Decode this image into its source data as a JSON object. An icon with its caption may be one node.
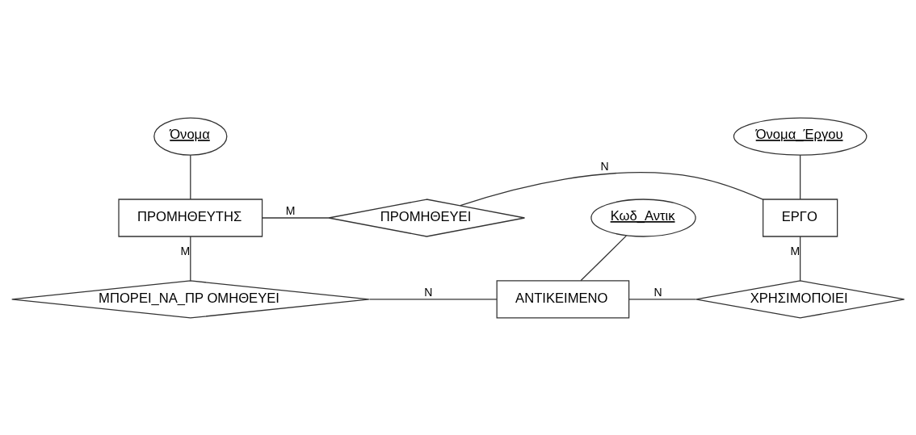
{
  "diagram": {
    "nodes": [
      {
        "text": [
          "Όνομα"
        ]
      },
      {
        "text": [
          "Όνομα_Έργου"
        ]
      },
      {
        "text": [
          "ΠΡΟΜΗΘΕΥΤΗΣ"
        ]
      },
      {
        "text": [
          "ΠΡΟΜΗΘΕΥΕΙ"
        ]
      },
      {
        "text": [
          "ΕΡΓΟ"
        ]
      },
      {
        "text": [
          "Κωδ_Αντικ"
        ]
      },
      {
        "text": [
          "ΜΠΟΡΕΙ_ΝΑ_ΠΡ ΟΜΗΘΕΥΕΙ"
        ]
      },
      {
        "text": [
          "ΑΝΤΙΚΕΙΜΕΝΟ"
        ]
      },
      {
        "text": [
          "ΧΡΗΣΙΜΟΠΟΙΕΙ"
        ]
      }
    ],
    "edges": [
      {
        "from": 0,
        "to": 2,
        "arrow": "none"
      },
      {
        "from": 1,
        "to": 4,
        "arrow": "none"
      },
      {
        "from": 2,
        "to": 3,
        "arrow": "none",
        "label": "M"
      },
      {
        "from": 3,
        "to": 4,
        "arrow": "none",
        "label": "N"
      },
      {
        "from": 2,
        "to": 6,
        "arrow": "none",
        "label": "M"
      },
      {
        "from": 6,
        "to": 7,
        "arrow": "none",
        "label": "N"
      },
      {
        "from": 5,
        "to": 7,
        "arrow": "none"
      },
      {
        "from": 7,
        "to": 8,
        "arrow": "none",
        "label": "N"
      },
      {
        "from": 8,
        "to": 4,
        "arrow": "none",
        "label": "M"
      }
    ]
  }
}
